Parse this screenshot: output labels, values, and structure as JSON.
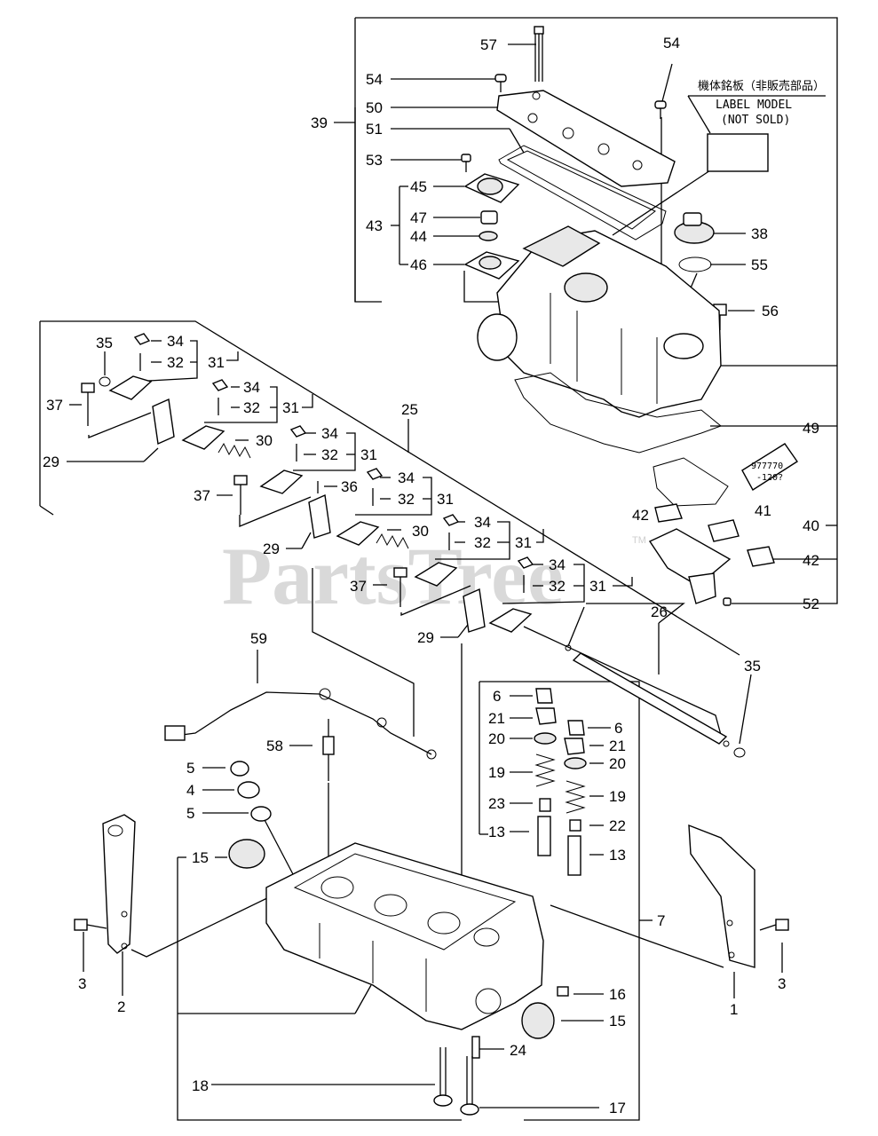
{
  "watermark": "PartsTree",
  "watermark_tm": "TM",
  "label_model": {
    "jp": "機体銘板（非販売部品）",
    "line1": "LABEL MODEL",
    "line2": "(NOT SOLD)"
  },
  "sealant_tube_text": {
    "line1": "977770",
    "line2": "-120?"
  },
  "callouts": [
    "57",
    "54",
    "54",
    "50",
    "39",
    "51",
    "53",
    "45",
    "47",
    "43",
    "44",
    "46",
    "38",
    "55",
    "56",
    "35",
    "34",
    "32",
    "31",
    "37",
    "34",
    "32",
    "31",
    "25",
    "29",
    "30",
    "34",
    "32",
    "31",
    "37",
    "36",
    "34",
    "32",
    "31",
    "49",
    "29",
    "30",
    "34",
    "32",
    "31",
    "37",
    "34",
    "32",
    "31",
    "29",
    "42",
    "41",
    "40",
    "42",
    "52",
    "26",
    "59",
    "35",
    "6",
    "21",
    "20",
    "58",
    "19",
    "6",
    "21",
    "20",
    "5",
    "4",
    "5",
    "23",
    "19",
    "13",
    "22",
    "13",
    "15",
    "7",
    "3",
    "2",
    "16",
    "15",
    "1",
    "3",
    "24",
    "18",
    "17"
  ]
}
